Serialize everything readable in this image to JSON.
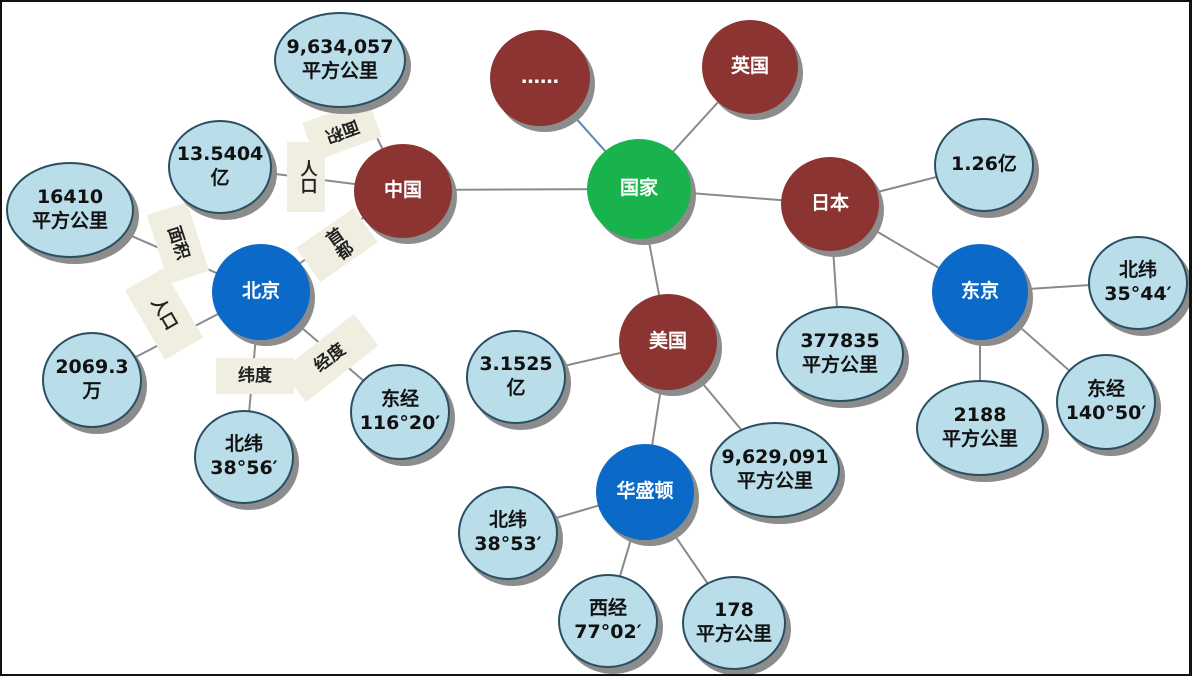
{
  "nodes": {
    "guojia": "国家",
    "zhongguo": "中国",
    "yingguo": "英国",
    "more": "……",
    "riben": "日本",
    "meiguo": "美国",
    "beijing": "北京",
    "dongjing": "东京",
    "huashengdun": "华盛顿"
  },
  "leaves": {
    "china_area": [
      "9,634,057",
      "平方公里"
    ],
    "china_pop": [
      "13.5404",
      "亿"
    ],
    "beijing_area": [
      "16410",
      "平方公里"
    ],
    "beijing_pop": [
      "2069.3",
      "万"
    ],
    "beijing_lat": [
      "北纬",
      "38°56′"
    ],
    "beijing_lon": [
      "东经",
      "116°20′"
    ],
    "japan_pop": [
      "1.26亿"
    ],
    "japan_area": [
      "377835",
      "平方公里"
    ],
    "tokyo_lat": [
      "北纬",
      "35°44′"
    ],
    "tokyo_lon": [
      "东经",
      "140°50′"
    ],
    "tokyo_area": [
      "2188",
      "平方公里"
    ],
    "us_pop": [
      "3.1525",
      "亿"
    ],
    "us_area": [
      "9,629,091",
      "平方公里"
    ],
    "dc_lat": [
      "北纬",
      "38°53′"
    ],
    "dc_lon": [
      "西经",
      "77°02′"
    ],
    "dc_area": [
      "178",
      "平方公里"
    ]
  },
  "tags": {
    "china_area_tag": "面积",
    "china_pop_tag": "人口",
    "china_capital_tag": "首都",
    "beijing_area_tag": "面积",
    "beijing_pop_tag": "人口",
    "beijing_lat_tag": "纬度",
    "beijing_lon_tag": "经度"
  },
  "colors": {
    "country": "#8b3431",
    "capital": "#0b6ac7",
    "root": "#19b34e",
    "leaf": "#b9dde9",
    "edge": "#8a8a8a"
  }
}
